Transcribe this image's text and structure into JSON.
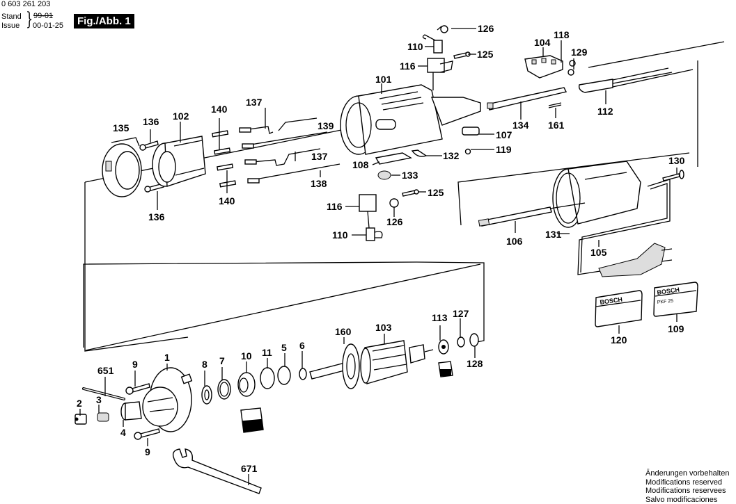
{
  "header": {
    "part_number": "0 603 261 203",
    "stand_label": "Stand",
    "issue_label": "Issue",
    "old_date": "99-01",
    "new_date": "00-01-25",
    "figure_label": "Fig./Abb. 1"
  },
  "notes": [
    "Änderungen vorbehalten",
    "Modifications reserved",
    "Modifications reservees",
    "Salvo modificaciones"
  ],
  "badges": {
    "left": {
      "brand": "BOSCH",
      "model": ""
    },
    "right": {
      "brand": "BOSCH",
      "model": "PKF 25"
    }
  },
  "callouts": [
    {
      "id": "126a",
      "text": "126"
    },
    {
      "id": "110a",
      "text": "110"
    },
    {
      "id": "125a",
      "text": "125"
    },
    {
      "id": "116a",
      "text": "116"
    },
    {
      "id": "104",
      "text": "104"
    },
    {
      "id": "118",
      "text": "118"
    },
    {
      "id": "129",
      "text": "129"
    },
    {
      "id": "101",
      "text": "101"
    },
    {
      "id": "112",
      "text": "112"
    },
    {
      "id": "134",
      "text": "134"
    },
    {
      "id": "161",
      "text": "161"
    },
    {
      "id": "107",
      "text": "107"
    },
    {
      "id": "119",
      "text": "119"
    },
    {
      "id": "132",
      "text": "132"
    },
    {
      "id": "108",
      "text": "108"
    },
    {
      "id": "133",
      "text": "133"
    },
    {
      "id": "140a",
      "text": "140"
    },
    {
      "id": "137a",
      "text": "137"
    },
    {
      "id": "139",
      "text": "139"
    },
    {
      "id": "137b",
      "text": "137"
    },
    {
      "id": "138",
      "text": "138"
    },
    {
      "id": "140b",
      "text": "140"
    },
    {
      "id": "135",
      "text": "135"
    },
    {
      "id": "136a",
      "text": "136"
    },
    {
      "id": "102",
      "text": "102"
    },
    {
      "id": "136b",
      "text": "136"
    },
    {
      "id": "125b",
      "text": "125"
    },
    {
      "id": "116b",
      "text": "116"
    },
    {
      "id": "126b",
      "text": "126"
    },
    {
      "id": "110b",
      "text": "110"
    },
    {
      "id": "130",
      "text": "130"
    },
    {
      "id": "131",
      "text": "131"
    },
    {
      "id": "106",
      "text": "106"
    },
    {
      "id": "105",
      "text": "105"
    },
    {
      "id": "120",
      "text": "120"
    },
    {
      "id": "109",
      "text": "109"
    },
    {
      "id": "160",
      "text": "160"
    },
    {
      "id": "103",
      "text": "103"
    },
    {
      "id": "113",
      "text": "113"
    },
    {
      "id": "127",
      "text": "127"
    },
    {
      "id": "128",
      "text": "128"
    },
    {
      "id": "651",
      "text": "651"
    },
    {
      "id": "9a",
      "text": "9"
    },
    {
      "id": "1",
      "text": "1"
    },
    {
      "id": "8",
      "text": "8"
    },
    {
      "id": "7",
      "text": "7"
    },
    {
      "id": "10",
      "text": "10"
    },
    {
      "id": "11",
      "text": "11"
    },
    {
      "id": "5",
      "text": "5"
    },
    {
      "id": "6",
      "text": "6"
    },
    {
      "id": "2",
      "text": "2"
    },
    {
      "id": "3",
      "text": "3"
    },
    {
      "id": "4",
      "text": "4"
    },
    {
      "id": "9b",
      "text": "9"
    },
    {
      "id": "671",
      "text": "671"
    }
  ]
}
